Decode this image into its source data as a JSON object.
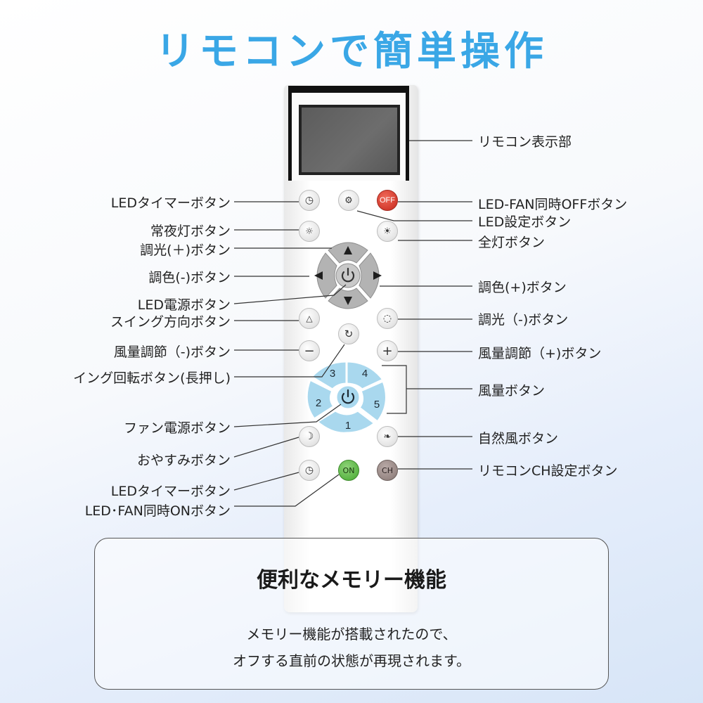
{
  "title": "リモコンで簡単操作",
  "remote": {
    "buttons": {
      "off": "OFF",
      "on": "ON",
      "ch": "CH",
      "minus": "−",
      "plus": "+",
      "fan_speeds": [
        "1",
        "2",
        "3",
        "4",
        "5"
      ]
    }
  },
  "labels_left": [
    "LEDタイマーボタン",
    "常夜灯ボタン",
    "調光(＋)ボタン",
    "調色(-)ボタン",
    "LED電源ボタン",
    "スイング方向ボタン",
    "風量調節（-)ボタン",
    "イング回転ボタン(長押し)",
    "ファン電源ボタン",
    "おやすみボタン",
    "LEDタイマーボタン",
    "LED･FAN同時ONボタン"
  ],
  "labels_right": [
    "リモコン表示部",
    "LED-FAN同時OFFボタン",
    "LED設定ボタン",
    "全灯ボタン",
    "調色(+)ボタン",
    "調光（-)ボタン",
    "風量調節（+)ボタン",
    "風量ボタン",
    "自然風ボタン",
    "リモコンCH設定ボタン"
  ],
  "memory": {
    "title": "便利なメモリー機能",
    "line1": "メモリー機能が搭載されたので、",
    "line2": "オフする直前の状態が再現されます。"
  },
  "colors": {
    "title": "#3aa7e6",
    "fan_buttons": "#a9d8ee",
    "dpad": "#b3b3b3",
    "off_button": "#d33b2e",
    "on_button": "#5bb545",
    "ch_button": "#968683"
  }
}
